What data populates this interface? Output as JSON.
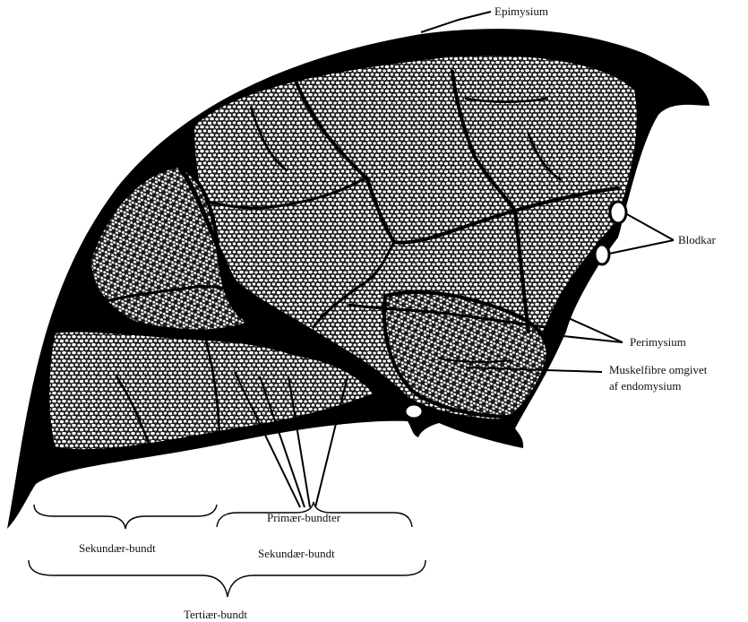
{
  "labels": {
    "epimysium": "Epimysium",
    "blodkar": "Blodkar",
    "perimysium": "Perimysium",
    "muskelfibre_line1": "Muskelfibre omgivet",
    "muskelfibre_line2": "af endomysium",
    "primaer_bundter": "Primær-bundter",
    "sekundaer_bundt_left": "Sekundær-bundt",
    "sekundaer_bundt_right": "Sekundær-bundt",
    "tertiaer_bundt": "Tertiær-bundt"
  }
}
